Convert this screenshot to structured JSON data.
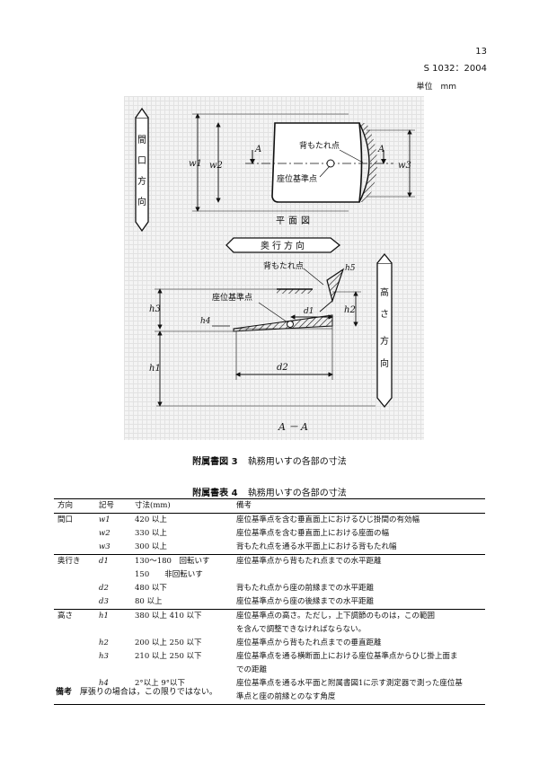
{
  "header": {
    "page_number": "13",
    "standard": "S 1032：2004",
    "unit": "単位　mm"
  },
  "figure": {
    "plan_view_title": "平面図",
    "section_title": "A－A",
    "section_marker": "A",
    "width_direction": "間口方向",
    "depth_direction": "奥行方向",
    "height_direction": "高さ方向",
    "backrest_point": "背もたれ点",
    "seat_reference_point": "座位基準点",
    "labels": {
      "w1": "w1",
      "w2": "w2",
      "w3": "w3",
      "h1": "h1",
      "h2": "h2",
      "h3": "h3",
      "h4": "h4",
      "h5": "h5",
      "d1": "d1",
      "d2": "d2"
    },
    "caption_prefix": "附属書図 3",
    "caption_text": "執務用いすの各部の寸法"
  },
  "table": {
    "caption_prefix": "附属書表 4",
    "caption_text": "執務用いすの各部の寸法",
    "headers": [
      "方向",
      "記号",
      "寸法(mm)",
      "備考"
    ],
    "rows": [
      {
        "dir": "間口",
        "sym": "w1",
        "size": "420 以上",
        "note": "座位基準点を含む垂直面上におけるひじ掛間の有効幅"
      },
      {
        "dir": "",
        "sym": "w2",
        "size": "330 以上",
        "note": "座位基準点を含む垂直面上における座面の幅"
      },
      {
        "dir": "",
        "sym": "w3",
        "size": "300 以上",
        "note": "背もたれ点を通る水平面上における背もたれ幅"
      },
      {
        "dir": "奥行き",
        "sym": "d1",
        "size": "130～180　回転いす",
        "note": "座位基準点から背もたれ点までの水平距離"
      },
      {
        "dir": "",
        "sym": "",
        "size": "150　　非回転いす",
        "note": ""
      },
      {
        "dir": "",
        "sym": "d2",
        "size": "480 以下",
        "note": "背もたれ点から座の前縁までの水平距離"
      },
      {
        "dir": "",
        "sym": "d3",
        "size": "80 以上",
        "note": "座位基準点から座の後縁までの水平距離"
      },
      {
        "dir": "高さ",
        "sym": "h1",
        "size": "380 以上 410 以下",
        "note": "座位基準点の高さ。ただし，上下調節のものは，この範囲"
      },
      {
        "dir": "",
        "sym": "",
        "size": "",
        "note": "を含んで調整できなければならない。"
      },
      {
        "dir": "",
        "sym": "h2",
        "size": "200 以上 250 以下",
        "note": "座位基準点から背もたれ点までの垂直距離"
      },
      {
        "dir": "",
        "sym": "h3",
        "size": "210 以上 250 以下",
        "note": "座位基準点を通る横断面上における座位基準点からひじ掛上面ま"
      },
      {
        "dir": "",
        "sym": "",
        "size": "",
        "note": "での距離"
      },
      {
        "dir": "",
        "sym": "h4",
        "size": "2°以上 9°以下",
        "note": "座位基準点を通る水平面と附属書図1に示す測定器で測った座位基"
      },
      {
        "dir": "",
        "sym": "",
        "size": "",
        "note": "準点と座の前縁とのなす角度"
      }
    ]
  },
  "note": {
    "label": "備考",
    "text": "厚張りの場合は，この限りではない。"
  }
}
